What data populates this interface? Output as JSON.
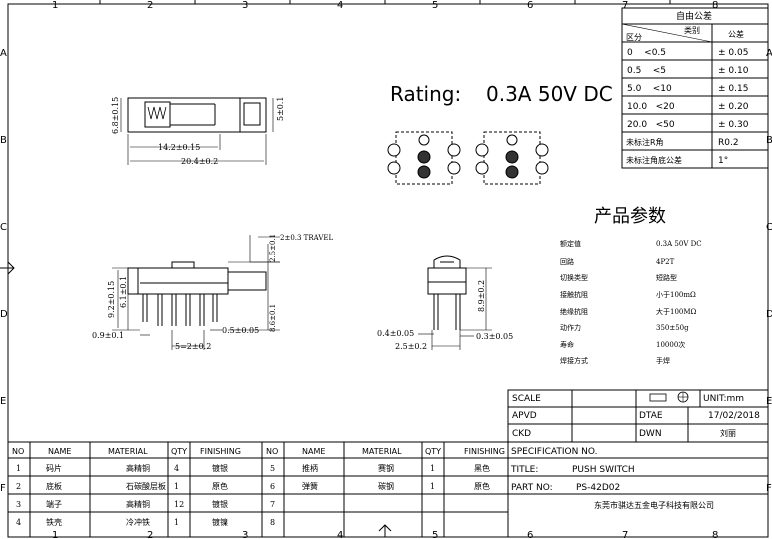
{
  "frame": {
    "top_numbers": [
      "1",
      "2",
      "3",
      "4",
      "5",
      "6",
      "7",
      "8"
    ],
    "side_letters": [
      "A",
      "B",
      "C",
      "D",
      "E",
      "F"
    ]
  },
  "rating": {
    "label": "Rating:",
    "value": "0.3A 50V DC"
  },
  "tolerance_table": {
    "title": "自由公差",
    "header_category": "类别",
    "header_range": "区分",
    "header_tol": "公差",
    "rows": [
      {
        "range": "0    <0.5",
        "tol": "± 0.05"
      },
      {
        "range": "0.5    <5",
        "tol": "± 0.10"
      },
      {
        "range": "5.0    <10",
        "tol": "± 0.15"
      },
      {
        "range": "10.0   <20",
        "tol": "± 0.20"
      },
      {
        "range": "20.0   <50",
        "tol": "± 0.30"
      },
      {
        "range": "未标注R角",
        "tol": "R0.2"
      },
      {
        "range": "未标注角底公差",
        "tol": "1°"
      }
    ]
  },
  "params": {
    "title": "产品参数",
    "rows": [
      {
        "k": "额定值",
        "v": "0.3A 50V DC"
      },
      {
        "k": "回路",
        "v": "4P2T"
      },
      {
        "k": "切换类型",
        "v": "短路型"
      },
      {
        "k": "接触抗阻",
        "v": "小于100mΩ"
      },
      {
        "k": "绝缘抗阻",
        "v": "大于100MΩ"
      },
      {
        "k": "动作力",
        "v": "350±50g"
      },
      {
        "k": "寿命",
        "v": "10000次"
      },
      {
        "k": "焊接方式",
        "v": "手焊"
      }
    ]
  },
  "dims": {
    "top_height": "6.8±0.15",
    "top_inner": "14.2±0.15",
    "top_length": "20.4±0.2",
    "top_slider": "5±0.1",
    "travel": "2±0.3 TRAVEL",
    "h_25": "2.5±0.1",
    "h_86": "8.6±0.1",
    "left_92": "9.2±0.15",
    "left_61": "6.1±0.1",
    "pin_w": "0.5±0.05",
    "pitch": "5=2±0.2",
    "pin_09": "0.9±0.1",
    "side_h": "8.9±0.2",
    "side_04": "0.4±0.05",
    "side_03": "0.3±0.05",
    "side_25": "2.5±0.2"
  },
  "title_block": {
    "scale_label": "SCALE",
    "unit_label": "UNIT:mm",
    "apvd_label": "APVD",
    "date_label": "DTAE",
    "date_value": "17/02/2018",
    "ckd_label": "CKD",
    "dwn_label": "DWN",
    "dwn_value": "刘丽",
    "spec_label": "SPECIFICATION NO.",
    "title_label": "TITLE:",
    "title_value": "PUSH SWITCH",
    "part_label": "PART NO:",
    "part_value": "PS-42D02",
    "company": "东莞市骐达五金电子科技有限公司"
  },
  "bom": {
    "headers": [
      "NO",
      "NAME",
      "MATERIAL",
      "QTY",
      "FINISHING",
      "NO",
      "NAME",
      "MATERIAL",
      "QTY",
      "FINISHING"
    ],
    "rows": [
      [
        "1",
        "码片",
        "高精铜",
        "4",
        "镀银",
        "5",
        "推柄",
        "赛钢",
        "1",
        "黑色"
      ],
      [
        "2",
        "底板",
        "石碳酸层板",
        "1",
        "原色",
        "6",
        "弹簧",
        "碳钢",
        "1",
        "原色"
      ],
      [
        "3",
        "端子",
        "高精铜",
        "12",
        "镀银",
        "7",
        "",
        "",
        "",
        ""
      ],
      [
        "4",
        "铁壳",
        "冷冲铁",
        "1",
        "镀镍",
        "8",
        "",
        "",
        "",
        ""
      ]
    ]
  }
}
